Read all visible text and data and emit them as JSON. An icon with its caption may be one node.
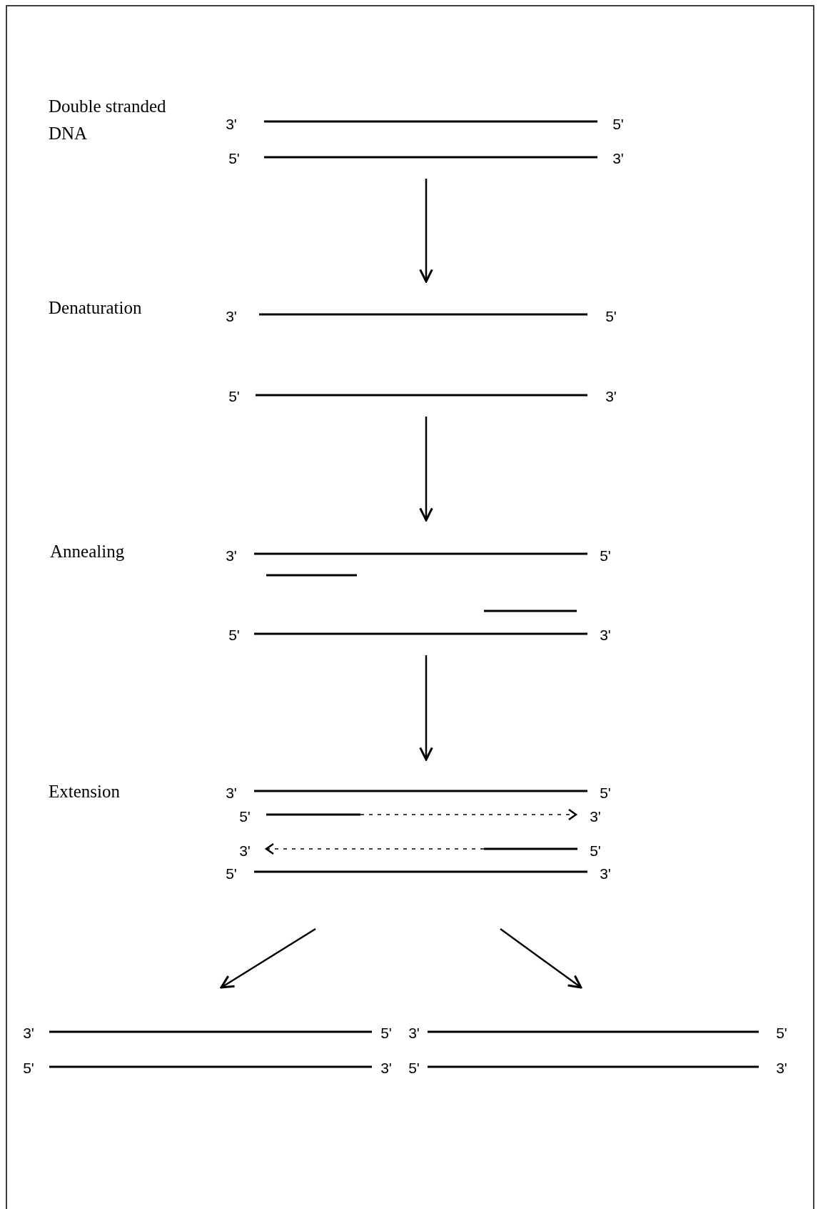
{
  "diagram": {
    "nodes": [
      {
        "text": [
          "3'",
          "5'",
          "5'",
          "3'"
        ]
      },
      {
        "text": [
          "3'",
          "5'",
          "5'",
          "3'"
        ]
      },
      {
        "text": [
          "3'",
          "5'",
          "5'",
          "3'"
        ]
      },
      {
        "text": [
          "3'",
          "5'",
          "5'",
          "3'",
          "3'",
          "5'",
          "5'",
          "3'"
        ]
      },
      {
        "text": [
          "3'",
          "5'",
          "5'",
          "3'"
        ]
      },
      {
        "text": [
          "3'",
          "5'",
          "5'",
          "3'"
        ]
      }
    ],
    "edges": [
      {
        "from": 0,
        "to": 1,
        "arrow": "to"
      },
      {
        "from": 1,
        "to": 2,
        "arrow": "to"
      },
      {
        "from": 2,
        "to": 3,
        "arrow": "to"
      },
      {
        "from": 3,
        "to": 4,
        "arrow": "to"
      },
      {
        "from": 3,
        "to": 5,
        "arrow": "to"
      }
    ],
    "labels": [
      "Double stranded DNA",
      "Denaturation",
      "Annealing",
      "Extension"
    ]
  }
}
